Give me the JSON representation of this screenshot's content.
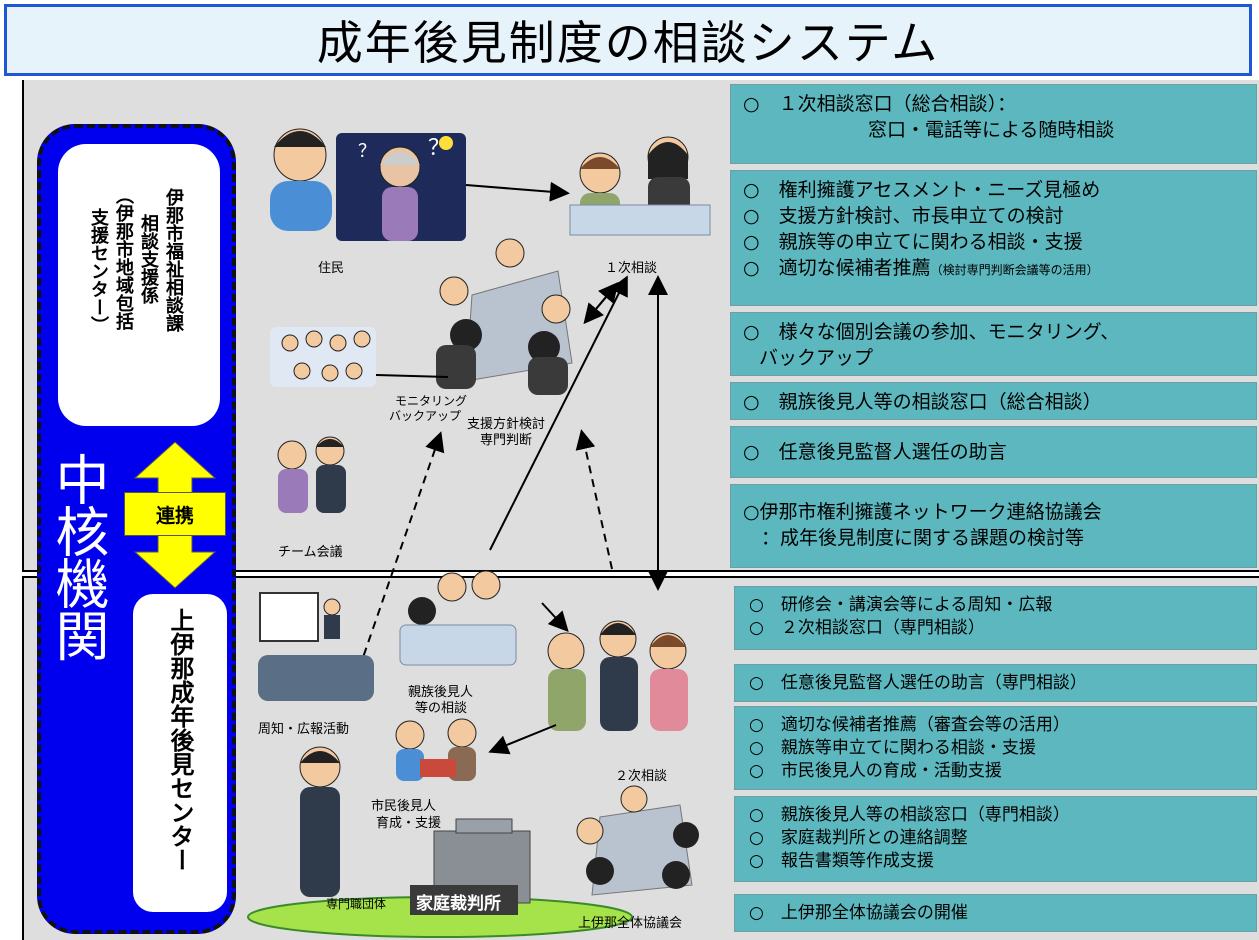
{
  "title": "成年後見制度の相談システム",
  "core_agency": {
    "label": "中核機関",
    "top": {
      "col1": "伊那市福祉相談課",
      "col2": "相談支援係",
      "col3": "（伊那市地域包括",
      "col4": "支援センター）"
    },
    "link": "連携",
    "bottom": "上伊那成年後見センター"
  },
  "upper_notes": [
    {
      "lines": [
        "○　１次相談窓口（総合相談）：",
        "窓口・電話等による随時相談"
      ]
    },
    {
      "lines": [
        "○　権利擁護アセスメント・ニーズ見極め",
        "○　支援方針検討、市長申立ての検討",
        "○　親族等の申立てに関わる相談・支援",
        "○　適切な候補者推薦"
      ],
      "small": "（検討専門判断会議等の活用）"
    },
    {
      "lines": [
        "○　様々な個別会議の参加、モニタリング、",
        "バックアップ"
      ]
    },
    {
      "lines": [
        "○　親族後見人等の相談窓口（総合相談）"
      ]
    },
    {
      "lines": [
        "○　任意後見監督人選任の助言"
      ]
    },
    {
      "lines": [
        "○伊那市権利擁護ネットワーク連絡協議会",
        "：成年後見制度に関する課題の検討等"
      ]
    }
  ],
  "lower_notes": [
    {
      "lines": [
        "○　研修会・講演会等による周知・広報",
        "○　２次相談窓口（専門相談）"
      ]
    },
    {
      "lines": [
        "○　任意後見監督人選任の助言（専門相談）"
      ]
    },
    {
      "lines": [
        "○　適切な候補者推薦（審査会等の活用）",
        "○　親族等申立てに関わる相談・支援",
        "○　市民後見人の育成・活動支援"
      ]
    },
    {
      "lines": [
        "○　親族後見人等の相談窓口（専門相談）",
        "○　家庭裁判所との連絡調整",
        "○　報告書類等作成支援"
      ]
    },
    {
      "lines": [
        "○　上伊那全体協議会の開催"
      ]
    }
  ],
  "illustration_labels": {
    "residents": "住民",
    "first_consult": "１次相談",
    "monitoring_1": "モニタリング",
    "monitoring_2": "バックアップ",
    "policy_1": "支援方針検討",
    "policy_2": "専門判断",
    "team_meeting": "チーム会議",
    "publicity": "周知・広報活動",
    "relative_guardian_1": "親族後見人",
    "relative_guardian_2": "等の相談",
    "second_consult": "２次相談",
    "citizen_guardian_1": "市民後見人",
    "citizen_guardian_2": "育成・支援",
    "professional_body": "専門職団体",
    "family_court": "家庭裁判所",
    "council": "上伊那全体協議会"
  },
  "colors": {
    "title_bg": "#e6f3fb",
    "title_border": "#1f56d6",
    "core": "#0000ee",
    "note_bg": "#5cb7be",
    "link_arrow": "#ffff00",
    "region_bg": "#dedede",
    "court_ellipse": "#a6e34a"
  },
  "icons": [
    "link-double-arrow-icon",
    "person-icon",
    "meeting-icon",
    "building-icon"
  ]
}
